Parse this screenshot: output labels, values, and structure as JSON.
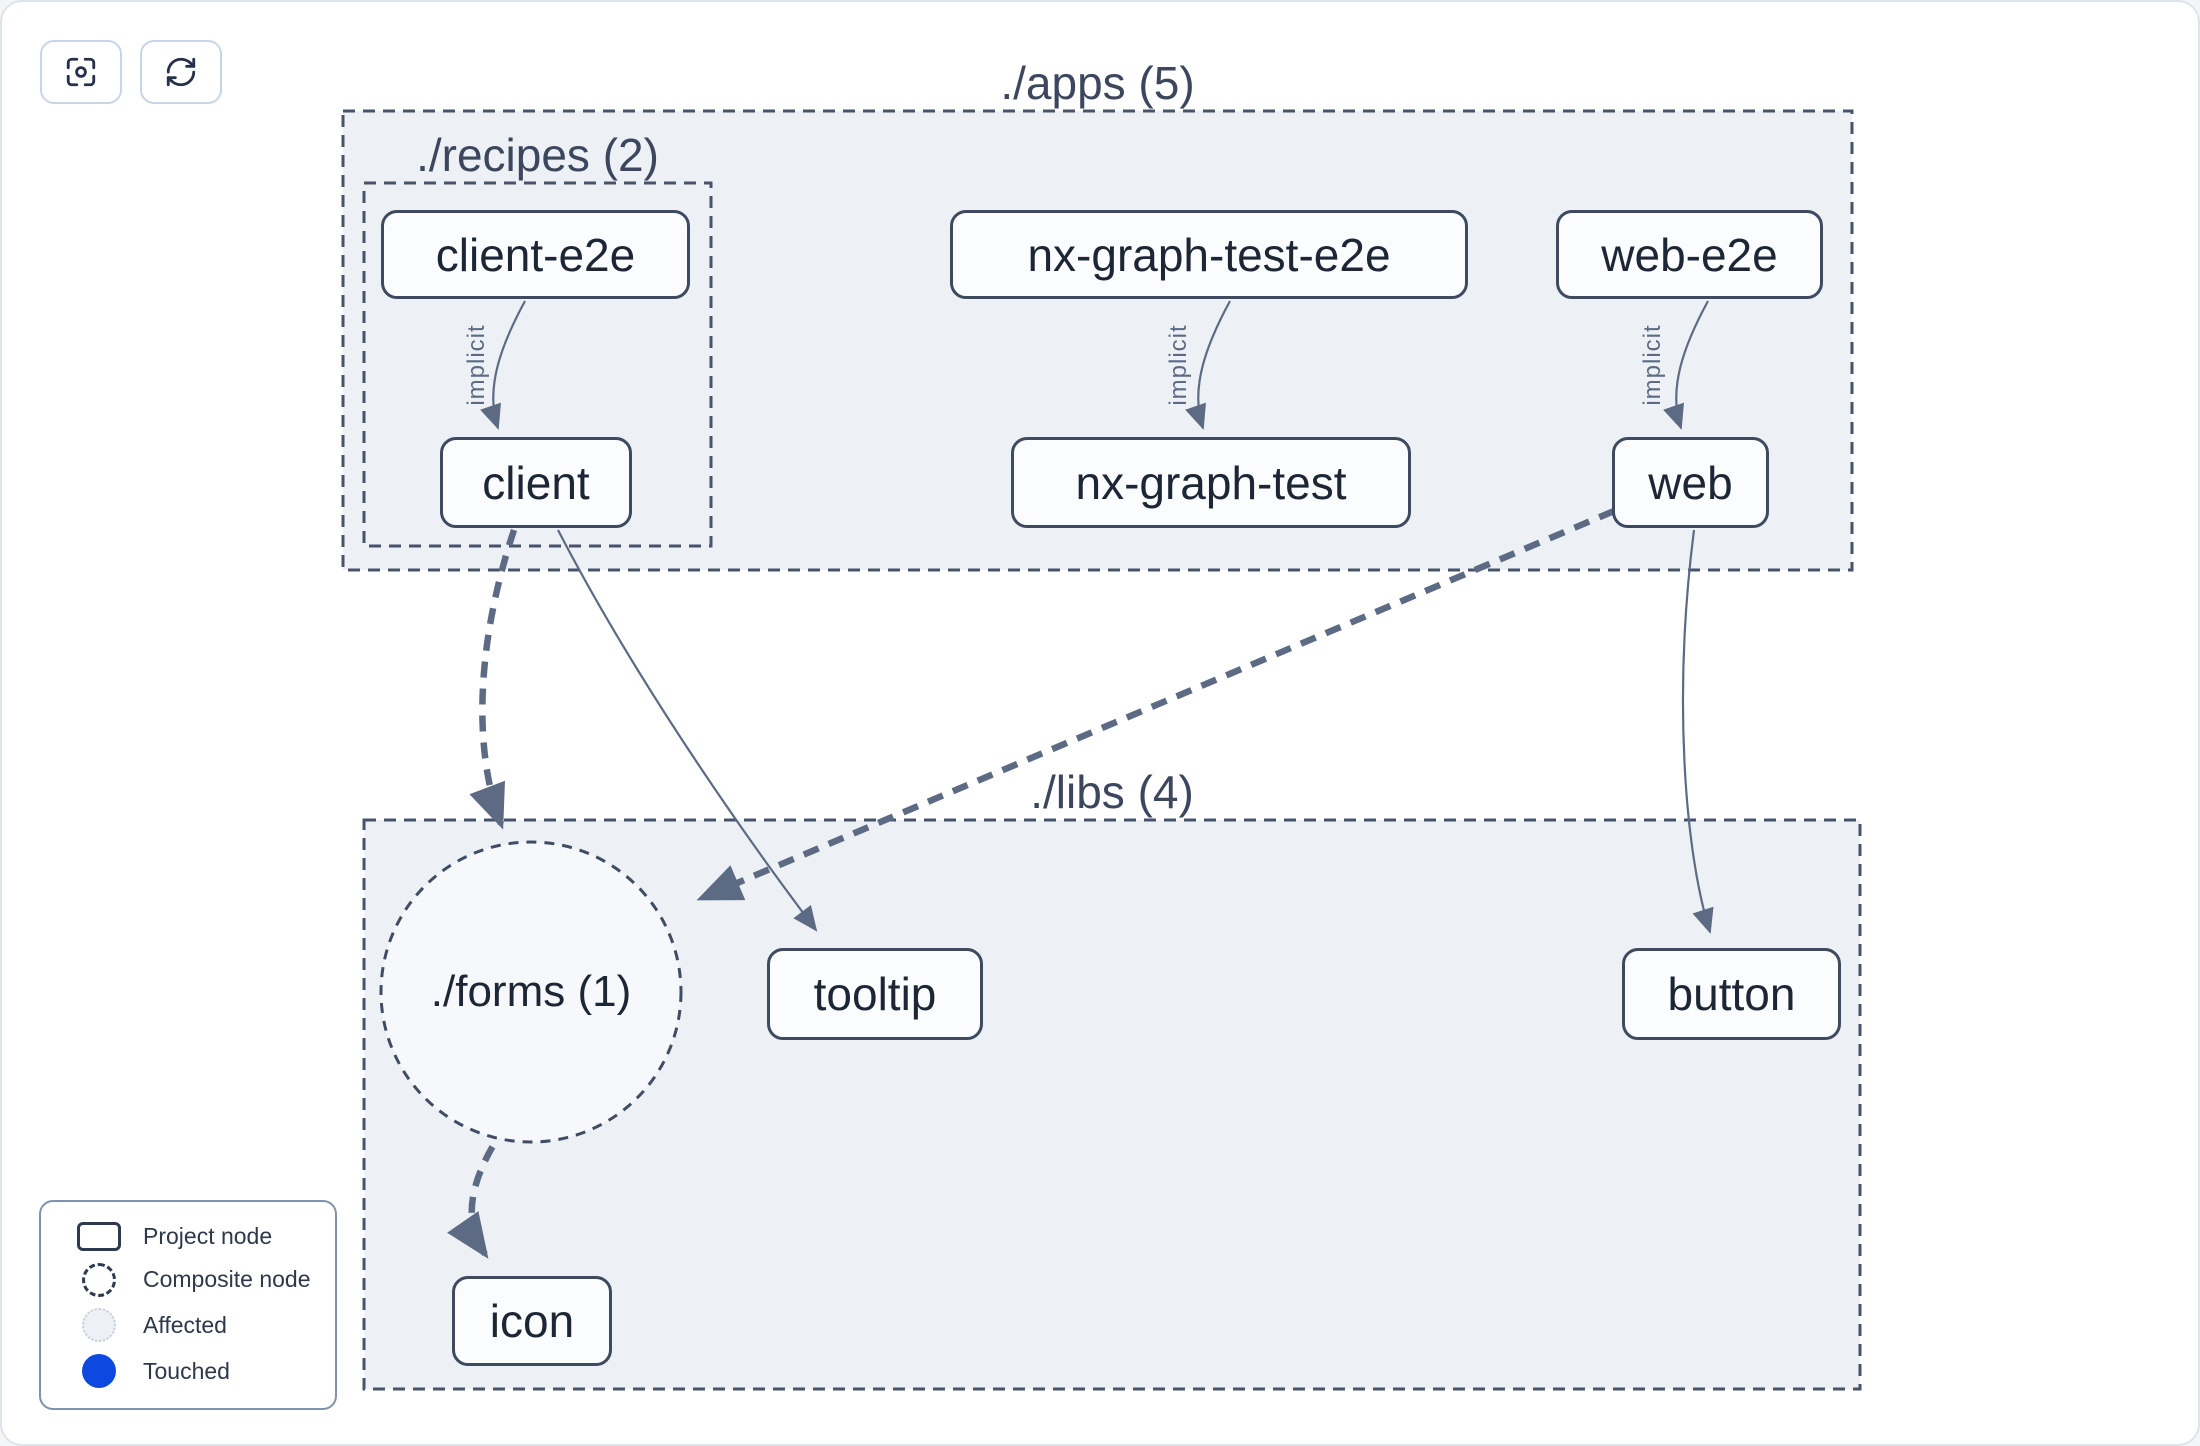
{
  "toolbar": {
    "buttons": [
      {
        "name": "focus",
        "icon": "focus-icon"
      },
      {
        "name": "refresh",
        "icon": "refresh-icon"
      }
    ]
  },
  "groups": {
    "apps": {
      "label": "./apps (5)"
    },
    "recipes": {
      "label": "./recipes (2)"
    },
    "libs": {
      "label": "./libs (4)"
    },
    "forms": {
      "label": "./forms (1)"
    }
  },
  "nodes": {
    "client_e2e": {
      "label": "client-e2e"
    },
    "nx_graph_test_e2e": {
      "label": "nx-graph-test-e2e"
    },
    "web_e2e": {
      "label": "web-e2e"
    },
    "client": {
      "label": "client"
    },
    "nx_graph_test": {
      "label": "nx-graph-test"
    },
    "web": {
      "label": "web"
    },
    "tooltip": {
      "label": "tooltip"
    },
    "button": {
      "label": "button"
    },
    "icon": {
      "label": "icon"
    }
  },
  "edges": [
    {
      "from": "client-e2e",
      "to": "client",
      "label": "implicit",
      "style": "solid-thin"
    },
    {
      "from": "nx-graph-test-e2e",
      "to": "nx-graph-test",
      "label": "implicit",
      "style": "solid-thin"
    },
    {
      "from": "web-e2e",
      "to": "web",
      "label": "implicit",
      "style": "solid-thin"
    },
    {
      "from": "client",
      "to": "./forms (1)",
      "style": "dashed-thick"
    },
    {
      "from": "client",
      "to": "tooltip",
      "style": "solid-thin"
    },
    {
      "from": "web",
      "to": "./forms (1)",
      "style": "dashed-thick"
    },
    {
      "from": "web",
      "to": "button",
      "style": "solid-thin"
    },
    {
      "from": "./forms (1)",
      "to": "icon",
      "style": "dashed-thick"
    }
  ],
  "legend": {
    "items": [
      {
        "label": "Project node",
        "icon": "project-node-icon"
      },
      {
        "label": "Composite node",
        "icon": "composite-node-icon"
      },
      {
        "label": "Affected",
        "icon": "affected-icon"
      },
      {
        "label": "Touched",
        "icon": "touched-icon"
      }
    ]
  },
  "colors": {
    "container_fill": "#edf1f6",
    "forms_fill": "#f6f8fb",
    "node_border": "#3d4a5f",
    "edge": "#5c6b83",
    "touched_blue": "#0d49e0",
    "affected_fill": "#edf0f4"
  }
}
